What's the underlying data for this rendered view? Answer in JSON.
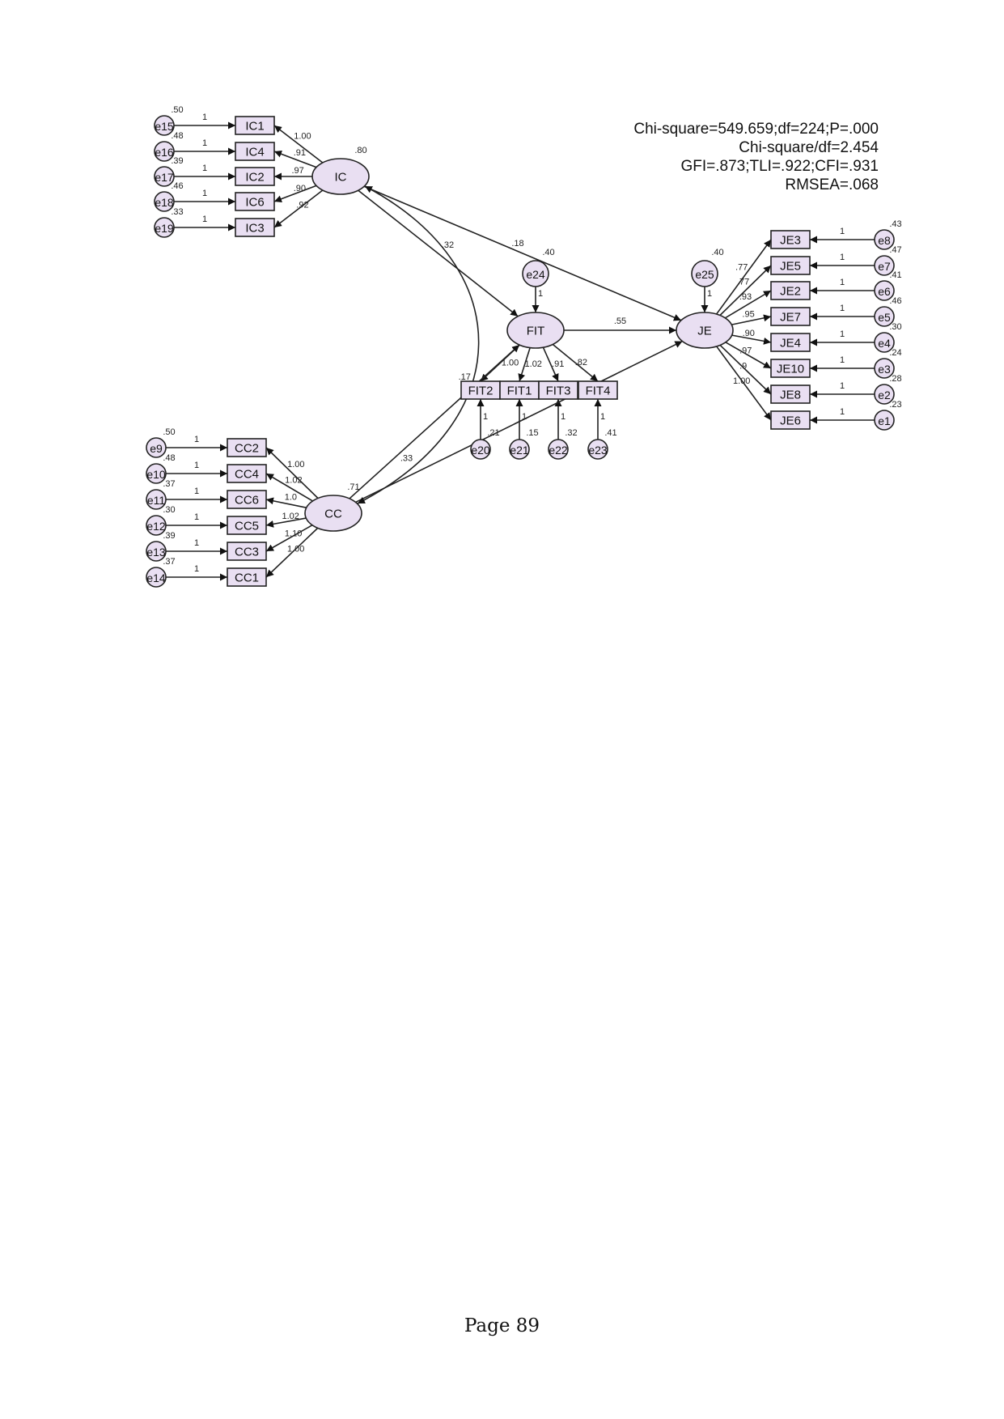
{
  "fit_stats": {
    "line1": "Chi-square=549.659;df=224;P=.000",
    "line2": "Chi-square/df=2.454",
    "line3": "GFI=.873;TLI=.922;CFI=.931",
    "line4": "RMSEA=.068"
  },
  "page_number": "Page 89",
  "colors": {
    "node_fill": "#e9dff2",
    "stroke": "#222222"
  },
  "latents": [
    {
      "id": "IC",
      "label": "IC",
      "variance": ".80"
    },
    {
      "id": "CC",
      "label": "CC",
      "variance": ".71"
    },
    {
      "id": "FIT",
      "label": "FIT",
      "variance": ""
    },
    {
      "id": "JE",
      "label": "JE",
      "variance": ""
    }
  ],
  "indicators": {
    "IC": [
      {
        "label": "IC1",
        "error": "e15",
        "error_var": ".50",
        "loading": "1.00"
      },
      {
        "label": "IC4",
        "error": "e16",
        "error_var": ".48",
        "loading": ".91"
      },
      {
        "label": "IC2",
        "error": "e17",
        "error_var": ".39",
        "loading": ".97"
      },
      {
        "label": "IC6",
        "error": "e18",
        "error_var": ".46",
        "loading": ".90"
      },
      {
        "label": "IC3",
        "error": "e19",
        "error_var": ".33",
        "loading": ".92"
      }
    ],
    "CC": [
      {
        "label": "CC2",
        "error": "e9",
        "error_var": ".50",
        "loading": "1.00"
      },
      {
        "label": "CC4",
        "error": "e10",
        "error_var": ".48",
        "loading": "1.02"
      },
      {
        "label": "CC6",
        "error": "e11",
        "error_var": ".37",
        "loading": "1.0"
      },
      {
        "label": "CC5",
        "error": "e12",
        "error_var": ".30",
        "loading": "1.02"
      },
      {
        "label": "CC3",
        "error": "e13",
        "error_var": ".39",
        "loading": "1.10"
      },
      {
        "label": "CC1",
        "error": "e14",
        "error_var": ".37",
        "loading": "1.00"
      }
    ],
    "FIT": [
      {
        "label": "FIT2",
        "error": "e20",
        "error_var": ".21",
        "loading": "1.00"
      },
      {
        "label": "FIT1",
        "error": "e21",
        "error_var": ".15",
        "loading": "1.02"
      },
      {
        "label": "FIT3",
        "error": "e22",
        "error_var": ".32",
        "loading": ".91"
      },
      {
        "label": "FIT4",
        "error": "e23",
        "error_var": ".41",
        "loading": ".82"
      }
    ],
    "JE": [
      {
        "label": "JE3",
        "error": "e8",
        "error_var": ".43",
        "loading": ".77"
      },
      {
        "label": "JE5",
        "error": "e7",
        "error_var": ".47",
        "loading": ".77"
      },
      {
        "label": "JE2",
        "error": "e6",
        "error_var": ".41",
        "loading": ".93"
      },
      {
        "label": "JE7",
        "error": "e5",
        "error_var": ".46",
        "loading": ".95"
      },
      {
        "label": "JE4",
        "error": "e4",
        "error_var": ".30",
        "loading": ".90"
      },
      {
        "label": "JE10",
        "error": "e3",
        "error_var": ".24",
        "loading": ".97"
      },
      {
        "label": "JE8",
        "error": "e2",
        "error_var": ".28",
        "loading": ".9"
      },
      {
        "label": "JE6",
        "error": "e1",
        "error_var": ".23",
        "loading": "1.00"
      }
    ]
  },
  "error_path_label": "1",
  "disturbances": [
    {
      "label": "e24",
      "variance": ".40",
      "path": "1"
    },
    {
      "label": "e25",
      "variance": ".40",
      "path": "1"
    }
  ],
  "paths": [
    {
      "from": "IC",
      "to": "FIT",
      "coef": ".32"
    },
    {
      "from": "IC",
      "to": "JE",
      "coef": ".18"
    },
    {
      "from": "CC",
      "to": "FIT",
      "coef": ".17"
    },
    {
      "from": "CC",
      "to": "JE",
      "coef": ".33"
    },
    {
      "from": "FIT",
      "to": "JE",
      "coef": ".55"
    }
  ],
  "covariance": {
    "between": [
      "IC",
      "CC"
    ],
    "coef": ""
  }
}
